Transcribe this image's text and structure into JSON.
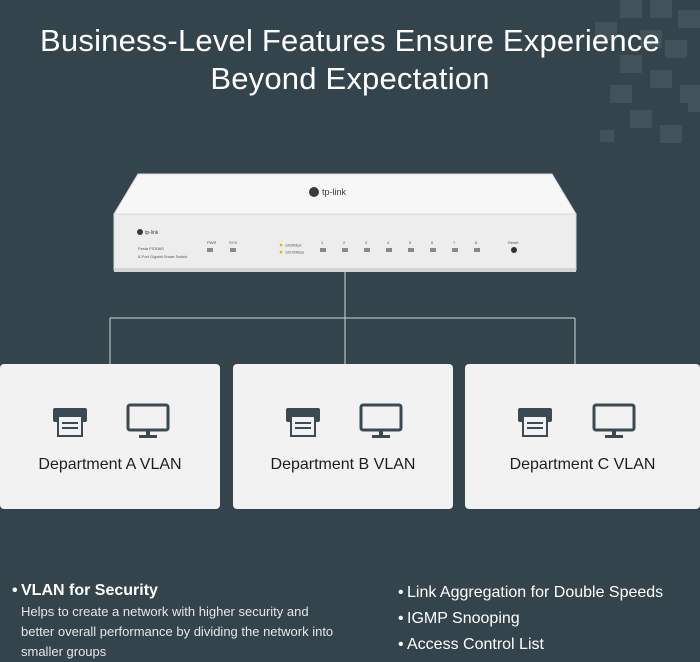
{
  "headline": {
    "line1": "Business-Level Features Ensure Experience",
    "line2": "Beyond Expectation"
  },
  "device": {
    "brand_top": "tp-link",
    "brand_front": "tp-link",
    "model": "Festa FS308G",
    "subtitle": "8-Port Gigabit Smart Switch",
    "led_pwr": "PWR",
    "led_sys": "SYS",
    "legend_1000": "1000Mbps",
    "legend_10100": "10/100Mbps",
    "ports": [
      "1",
      "2",
      "3",
      "4",
      "5",
      "6",
      "7",
      "8"
    ],
    "reset_label": "Reset"
  },
  "vlans": [
    {
      "label": "Department A VLAN"
    },
    {
      "label": "Department B VLAN"
    },
    {
      "label": "Department C VLAN"
    }
  ],
  "features": {
    "security_title": "VLAN for Security",
    "security_desc": "Helps to create a network with higher security and better overall performance by dividing the network into smaller groups",
    "list": [
      "Link Aggregation for Double Speeds",
      "IGMP Snooping",
      "Access Control List"
    ]
  },
  "colors": {
    "background": "#34444c",
    "card": "#f2f2f2",
    "switch_body": "#f4f4f4",
    "icon": "#3a4a52"
  }
}
